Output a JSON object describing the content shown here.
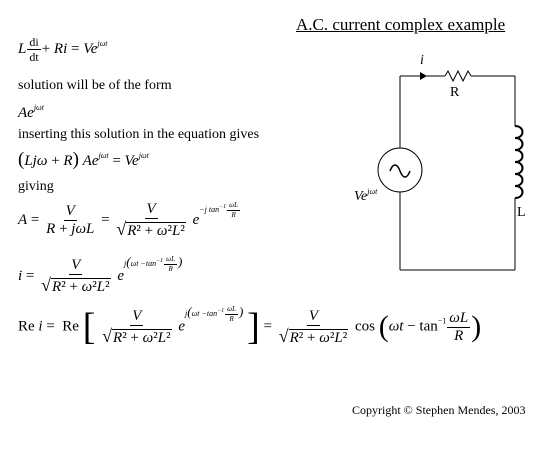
{
  "title": "A.C. current complex example",
  "text": {
    "solution_form": "solution will be of the form",
    "inserting": "inserting this solution in the equation gives",
    "giving": "giving"
  },
  "circuit": {
    "current_label": "i",
    "resistor_label": "R",
    "inductor_label": "L",
    "source_label": "Ve",
    "source_exponent": "jωt",
    "source_symbol": "~"
  },
  "equations": {
    "diff_eq": "L di/dt + Ri = Ve^{jωt}",
    "trial": "Ae^{jωt}",
    "substituted": "(Ljω + R) Ae^{jωt} = Ve^{jωt}",
    "amplitude": "A = V/(R + jωL) = V/√(R² + ω²L²) e^{−j tan⁻¹(ωL/R)}",
    "current": "i = V/√(R² + ω²L²) e^{j(ωt − tan⁻¹(ωL/R))}",
    "real_part": "Re i = Re[ V/√(R² + ω²L²) e^{j(ωt − tan⁻¹(ωL/R))} ] = V/√(R² + ω²L²) cos(ωt − tan⁻¹(ωL/R))"
  },
  "copyright": "Copyright © Stephen Mendes, 2003"
}
